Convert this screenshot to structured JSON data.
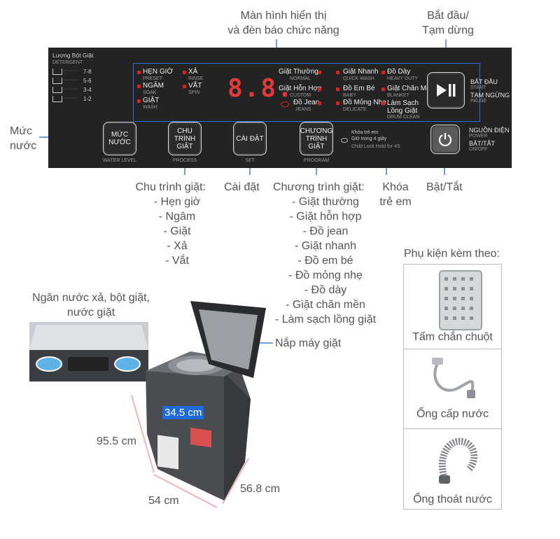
{
  "callouts": {
    "display": [
      "Màn hình hiển thị",
      "và đèn báo chức năng"
    ],
    "start_pause": [
      "Bắt đầu/",
      "Tạm dừng"
    ],
    "water_level": [
      "Mức",
      "nước"
    ],
    "power": "Bật/Tắt",
    "set": "Cài đặt",
    "child_lock": [
      "Khóa",
      "trẻ em"
    ],
    "process_title": "Chu trình giặt:",
    "process_items": [
      "- Hẹn giờ",
      "- Ngâm",
      "- Giặt",
      "- Xả",
      "- Vắt"
    ],
    "program_title": "Chương trình giặt:",
    "program_items": [
      "- Giặt thường",
      "- Giặt hỗn hợp",
      "- Đồ jean",
      "- Giặt nhanh",
      "- Đồ em bé",
      "- Đồ mỏng nhẹ",
      "- Đồ dày",
      "- Giặt chăn mền",
      "- Làm sạch lồng giặt"
    ],
    "drawer": [
      "Ngăn nước xả, bột giặt,",
      "nước giặt"
    ],
    "lid": "Nắp máy giặt"
  },
  "panel": {
    "detergent_title": "Lượng Bột Giặt",
    "detergent_sub": "DETERGENT",
    "detergent_levels": [
      "7-8",
      "5-6",
      "3-4",
      "1-2"
    ],
    "process": [
      {
        "label": "HẸN GIỜ",
        "sub": "PRESET"
      },
      {
        "label": "NGÂM",
        "sub": "SOAK"
      },
      {
        "label": "GIẶT",
        "sub": "WASH"
      },
      {
        "label": "XẢ",
        "sub": "RINSE"
      },
      {
        "label": "VẮT",
        "sub": "SPIN"
      }
    ],
    "display_digits": "8.8.",
    "programs_col1": [
      {
        "label": "Giặt Thường",
        "sub": "NORMAL"
      },
      {
        "label": "Giặt Hỗn Hợp",
        "sub": "CUSTOM"
      },
      {
        "label": "Đồ Jean",
        "sub": "JEANS"
      }
    ],
    "programs_col2": [
      {
        "label": "Giặt Nhanh",
        "sub": "QUICK WASH"
      },
      {
        "label": "Đồ Em Bé",
        "sub": "BABY"
      },
      {
        "label": "Đồ Mỏng Nhẹ",
        "sub": "DELICATE"
      }
    ],
    "programs_col3": [
      {
        "label": "Đồ Dày",
        "sub": "HEAVY DUTY"
      },
      {
        "label": "Giặt Chăn Mền",
        "sub": "BLANKET"
      },
      {
        "label": "Làm Sạch Lồng Giặt",
        "sub": "DRUM CLEAN"
      }
    ],
    "btn_water": {
      "label": "MỨC NƯỚC",
      "sub": "WATER LEVEL"
    },
    "btn_process": {
      "label": "CHU TRÌNH GIẶT",
      "sub": "PROCESS"
    },
    "btn_set": {
      "label": "CÀI ĐẶT",
      "sub": "SET"
    },
    "btn_program": {
      "label": "CHƯƠNG TRÌNH GIẶT",
      "sub": "PROGRAM"
    },
    "child_lock_text": [
      "Khóa trẻ em",
      "Giữ trong 4 giây",
      "Child Lock Hold for 4S"
    ],
    "start_label": [
      "BẮT ĐẦU",
      "START",
      "TẠM NGỪNG",
      "PAUSE"
    ],
    "power_label": [
      "NGUỒN ĐIỆN",
      "POWER",
      "BẬT/TẮT",
      "ON/OFF"
    ]
  },
  "dimensions": {
    "drum": "34.5 cm",
    "height": "95.5 cm",
    "width": "54 cm",
    "depth": "56.8 cm"
  },
  "accessories": {
    "title": "Phụ kiện kèm theo:",
    "items": [
      "Tấm chắn chuột",
      "Ống cấp nước",
      "Ống thoát nước"
    ]
  },
  "colors": {
    "panel": "#232323",
    "led": "#e02020",
    "accent": "#1e6ad8"
  }
}
